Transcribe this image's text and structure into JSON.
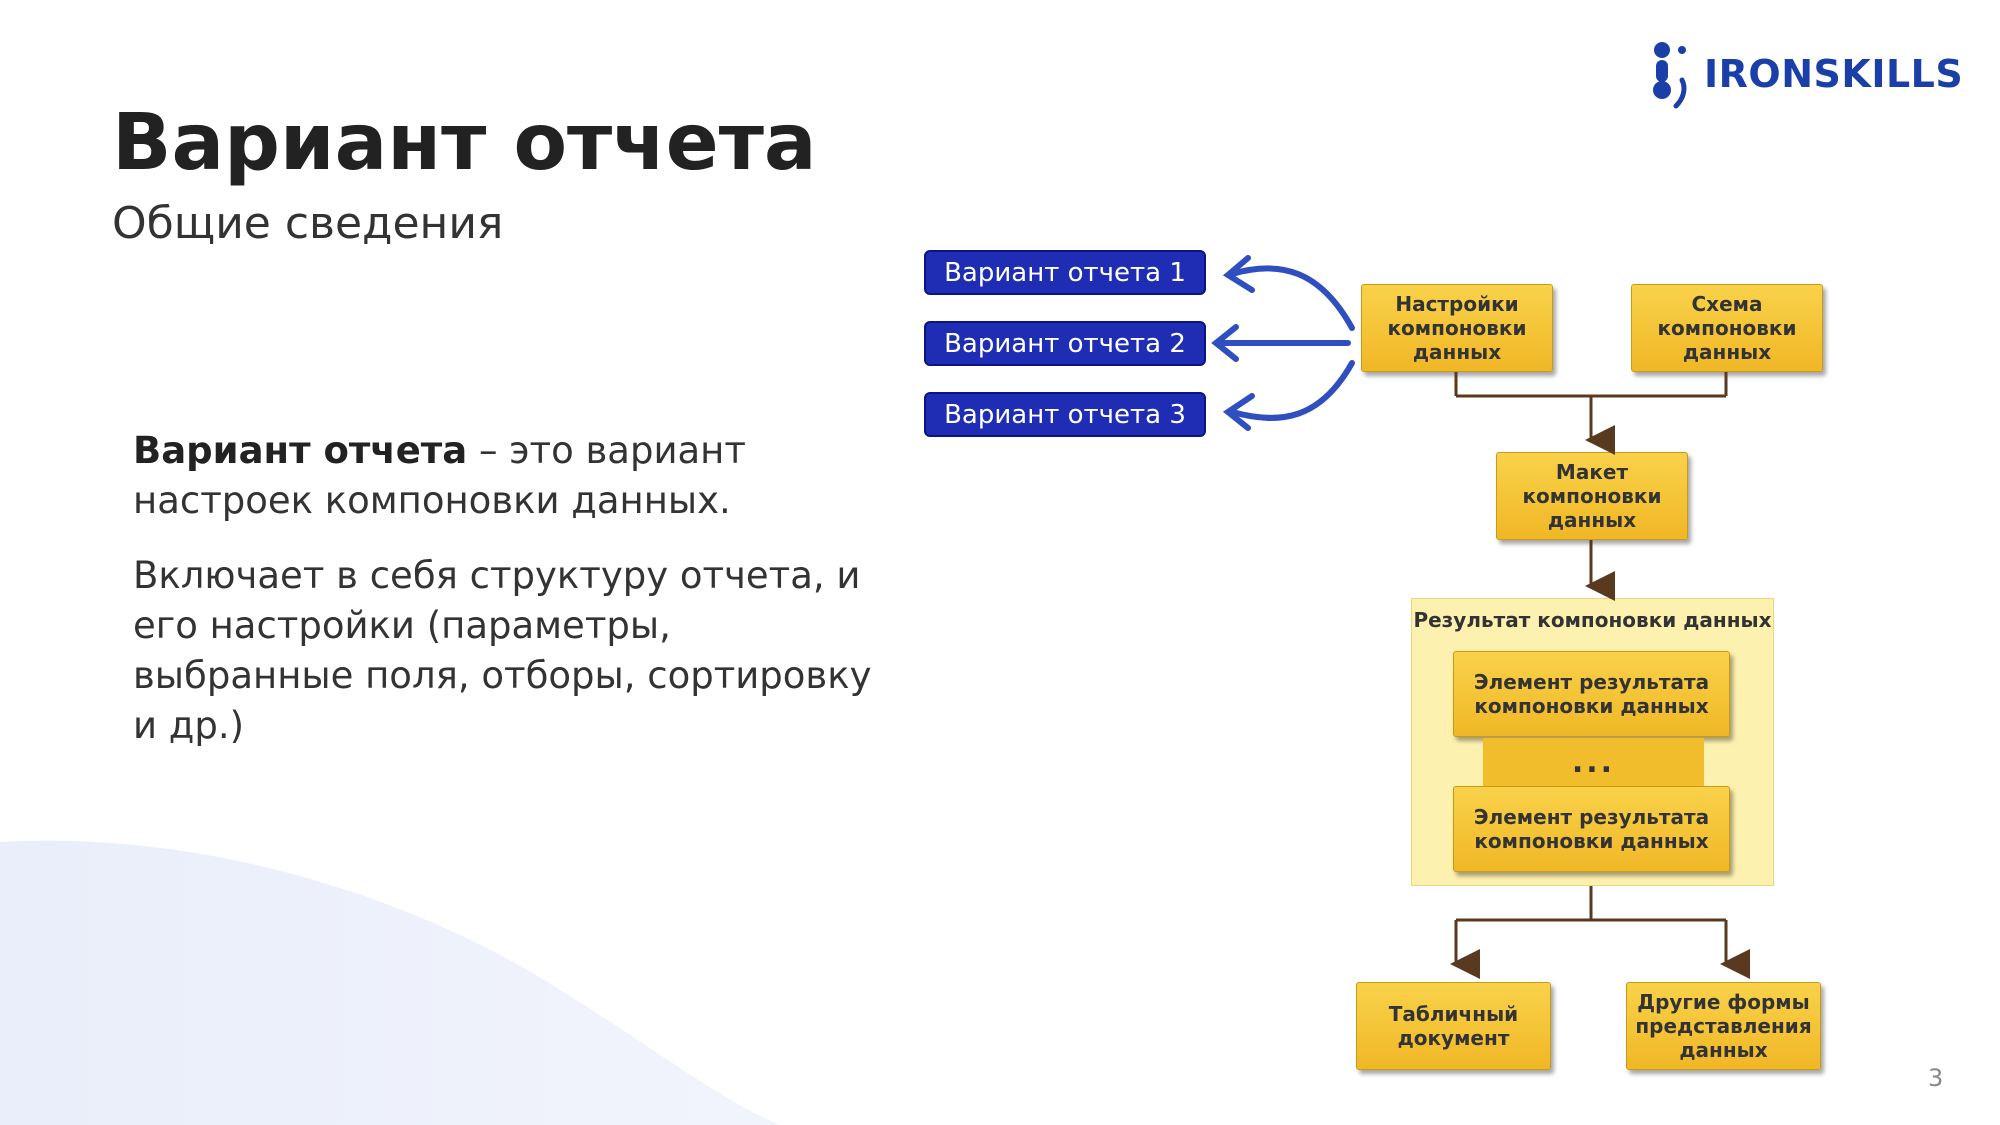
{
  "header": {
    "title": "Вариант отчета",
    "subtitle": "Общие сведения",
    "logo_text": "IRONSKILLS"
  },
  "body": {
    "p1_bold": "Вариант отчета",
    "p1_rest": " – это вариант настроек компоновки данных.",
    "p2": "Включает в себя структуру отчета, и его настройки (параметры, выбранные поля, отборы, сортировку и др.)"
  },
  "diagram": {
    "variants": [
      "Вариант отчета 1",
      "Вариант отчета 2",
      "Вариант отчета 3"
    ],
    "settings_box": "Настройки компоновки данных",
    "schema_box": "Схема компоновки данных",
    "layout_box": "Макет компоновки данных",
    "result_title": "Результат компоновки данных",
    "result_element_1": "Элемент результата компоновки данных",
    "ellipsis": "...",
    "result_element_2": "Элемент результата компоновки данных",
    "table_doc": "Табличный документ",
    "other_forms": "Другие формы представления данных"
  },
  "page_number": "3",
  "colors": {
    "logo_blue": "#1b3fa8",
    "variant_blue": "#1f2db5",
    "arrow_blue": "#2f4ec0",
    "box_yellow": "#f5c430",
    "panel_yellow": "#fdf1b0",
    "connector_brown": "#5a3a1e"
  }
}
